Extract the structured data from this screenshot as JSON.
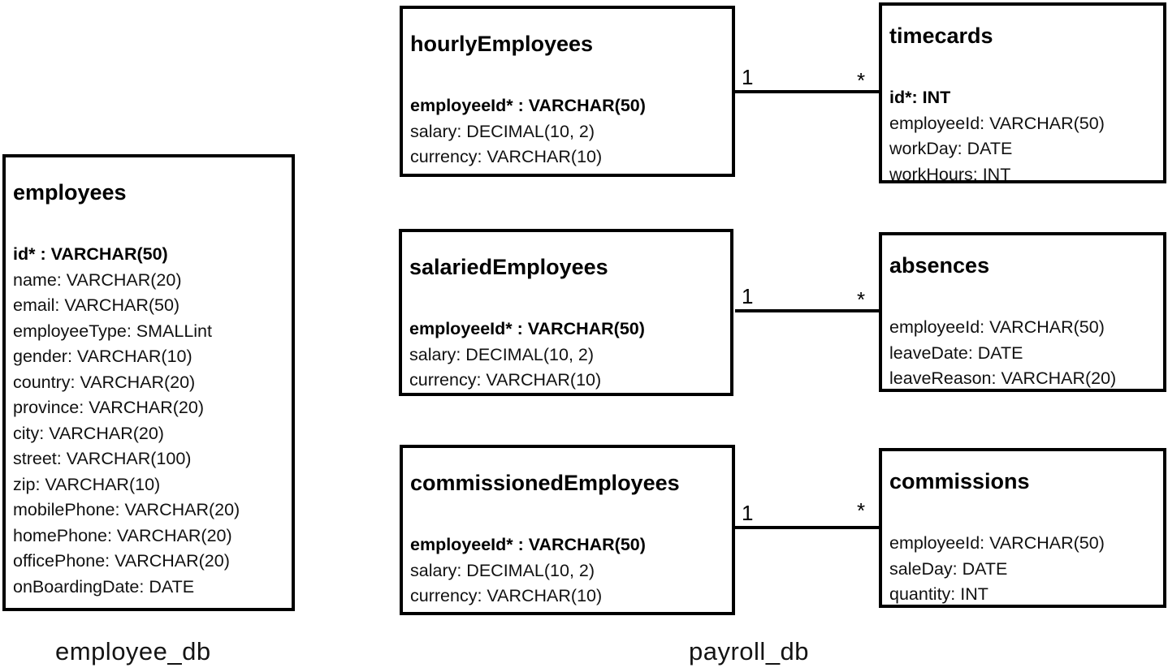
{
  "tables": {
    "employees": {
      "title": "employees",
      "fields": [
        {
          "text": "id* : VARCHAR(50)",
          "pk": true
        },
        {
          "text": "name: VARCHAR(20)",
          "pk": false
        },
        {
          "text": "email: VARCHAR(50)",
          "pk": false
        },
        {
          "text": "employeeType: SMALLint",
          "pk": false
        },
        {
          "text": "gender: VARCHAR(10)",
          "pk": false
        },
        {
          "text": "country: VARCHAR(20)",
          "pk": false
        },
        {
          "text": "province: VARCHAR(20)",
          "pk": false
        },
        {
          "text": "city: VARCHAR(20)",
          "pk": false
        },
        {
          "text": "street: VARCHAR(100)",
          "pk": false
        },
        {
          "text": "zip: VARCHAR(10)",
          "pk": false
        },
        {
          "text": "mobilePhone: VARCHAR(20)",
          "pk": false
        },
        {
          "text": "homePhone: VARCHAR(20)",
          "pk": false
        },
        {
          "text": "officePhone: VARCHAR(20)",
          "pk": false
        },
        {
          "text": "onBoardingDate: DATE",
          "pk": false
        }
      ]
    },
    "hourlyEmployees": {
      "title": "hourlyEmployees",
      "fields": [
        {
          "text": "employeeId* : VARCHAR(50)",
          "pk": true
        },
        {
          "text": "salary: DECIMAL(10, 2)",
          "pk": false
        },
        {
          "text": "currency: VARCHAR(10)",
          "pk": false
        }
      ]
    },
    "timecards": {
      "title": "timecards",
      "fields": [
        {
          "text": "id*: INT",
          "pk": true
        },
        {
          "text": "employeeId: VARCHAR(50)",
          "pk": false
        },
        {
          "text": "workDay: DATE",
          "pk": false
        },
        {
          "text": "workHours: INT",
          "pk": false
        }
      ]
    },
    "salariedEmployees": {
      "title": "salariedEmployees",
      "fields": [
        {
          "text": "employeeId* : VARCHAR(50)",
          "pk": true
        },
        {
          "text": "salary: DECIMAL(10, 2)",
          "pk": false
        },
        {
          "text": "currency: VARCHAR(10)",
          "pk": false
        }
      ]
    },
    "absences": {
      "title": "absences",
      "fields": [
        {
          "text": "employeeId: VARCHAR(50)",
          "pk": false
        },
        {
          "text": "leaveDate: DATE",
          "pk": false
        },
        {
          "text": "leaveReason: VARCHAR(20)",
          "pk": false
        }
      ]
    },
    "commissionedEmployees": {
      "title": "commissionedEmployees",
      "fields": [
        {
          "text": "employeeId* : VARCHAR(50)",
          "pk": true
        },
        {
          "text": "salary: DECIMAL(10, 2)",
          "pk": false
        },
        {
          "text": "currency: VARCHAR(10)",
          "pk": false
        }
      ]
    },
    "commissions": {
      "title": "commissions",
      "fields": [
        {
          "text": "employeeId: VARCHAR(50)",
          "pk": false
        },
        {
          "text": "saleDay: DATE",
          "pk": false
        },
        {
          "text": "quantity: INT",
          "pk": false
        }
      ]
    }
  },
  "relations": [
    {
      "from": "hourlyEmployees",
      "to": "timecards",
      "left_cardinality": "1",
      "right_cardinality": "*"
    },
    {
      "from": "salariedEmployees",
      "to": "absences",
      "left_cardinality": "1",
      "right_cardinality": "*"
    },
    {
      "from": "commissionedEmployees",
      "to": "commissions",
      "left_cardinality": "1",
      "right_cardinality": "*"
    }
  ],
  "labels": {
    "left_db": "employee_db",
    "right_db": "payroll_db"
  },
  "colors": {
    "background": "#ffffff",
    "line": "#000000",
    "text": "#111111"
  }
}
